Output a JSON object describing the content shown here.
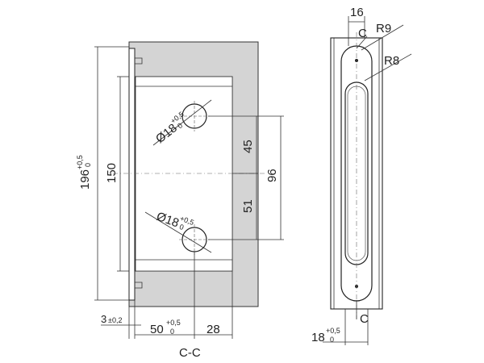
{
  "section_label": "C-C",
  "dimensions": {
    "height_total": "196",
    "height_total_tol_upper": "+0,5",
    "height_total_tol_lower": "0",
    "height_inner": "150",
    "hole_top_diameter": "Ø18",
    "hole_top_tol_upper": "+0,5",
    "hole_top_tol_lower": "0",
    "hole_bottom_diameter": "Ø18",
    "hole_bottom_tol_upper": "+0,5",
    "hole_bottom_tol_lower": "0",
    "upper_offset": "45",
    "lower_offset": "51",
    "hole_spacing": "96",
    "plate_thickness": "3",
    "plate_thickness_tol": "±0,2",
    "depth": "50",
    "depth_tol_upper": "+0,5",
    "depth_tol_lower": "0",
    "hole_offset": "28",
    "side_width": "16",
    "radius_outer": "R9",
    "radius_inner": "R8",
    "section_marker_top": "C",
    "section_marker_bottom": "C",
    "slot_width": "18",
    "slot_width_tol_upper": "+0,5",
    "slot_width_tol_lower": "0"
  },
  "colors": {
    "section_fill": "#d4d4d4",
    "line": "#333333",
    "background": "#ffffff"
  }
}
